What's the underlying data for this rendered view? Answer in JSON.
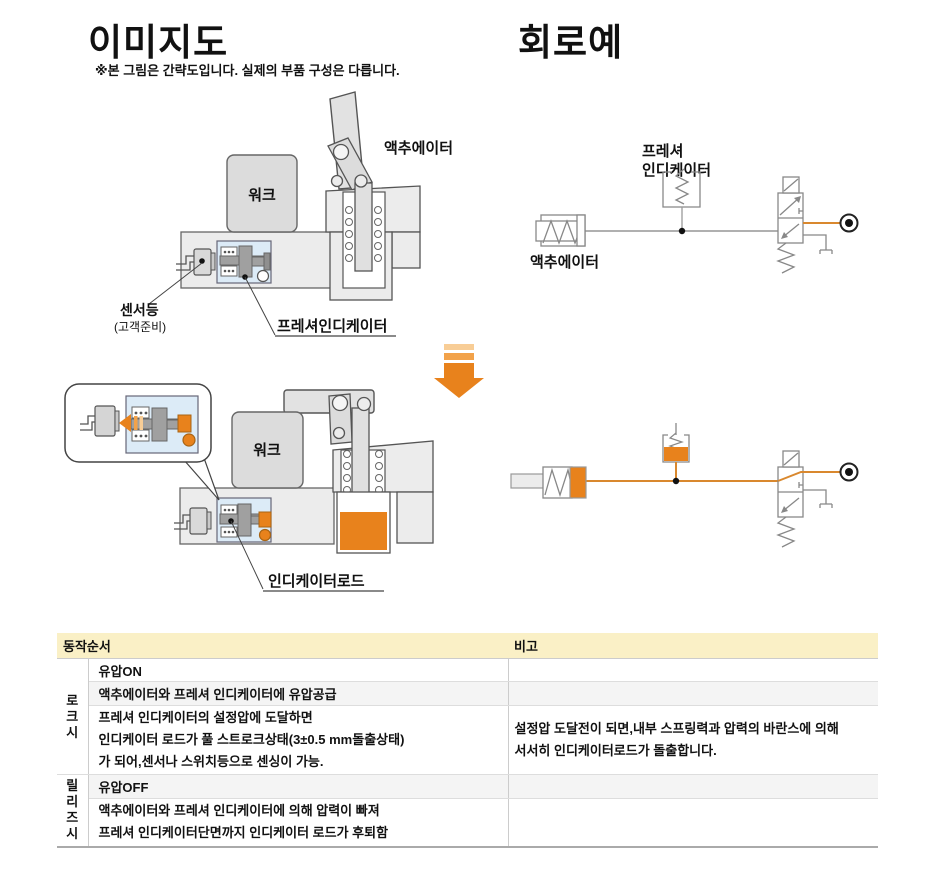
{
  "header": {
    "image_title": "이미지도",
    "image_note": "※본 그림은 간략도입니다. 실제의 부품 구성은 다릅니다.",
    "circuit_title": "회로예"
  },
  "colors": {
    "accent_orange": "#e8821c",
    "accent_orange_mid": "#f2a24a",
    "accent_orange_pale": "#f8cd96",
    "table_header_yellow": "#faf0c6",
    "row_shade_gray": "#f4f4f4",
    "indicator_box_blue": "#dcebf7"
  },
  "diagram_before": {
    "actuator_label": "액추에이터",
    "work_label": "워크",
    "sensor_label": "센서등",
    "sensor_sublabel": "(고객준비)",
    "indicator_label": "프레셔인디케이터"
  },
  "diagram_after": {
    "work_label": "워크",
    "rod_label": "인디케이터로드"
  },
  "circuit_before": {
    "indicator_label_line1": "프레셔",
    "indicator_label_line2": "인디케이터",
    "actuator_label": "액추에이터"
  },
  "table": {
    "sequence_header": "동작순서",
    "note_header": "비고",
    "sections": [
      {
        "label": "로크시",
        "rows": [
          {
            "sequence": "유압ON",
            "note": ""
          },
          {
            "sequence": "액추에이터와 프레셔 인디케이터에 유압공급",
            "note": ""
          },
          {
            "sequence": "프레셔 인디케이터의 설정압에 도달하면\n인디케이터 로드가 풀 스트로크상태(3±0.5 mm돌출상태)\n가 되어,센서나 스위치등으로 센싱이 가능.",
            "note": "설정압 도달전이 되면,내부 스프링력과 압력의 바란스에 의해\n서서히 인디케이터로드가 돌출합니다."
          }
        ]
      },
      {
        "label": "릴리즈시",
        "rows": [
          {
            "sequence": "유압OFF",
            "note": ""
          },
          {
            "sequence": "액추에이터와 프레셔 인디케이터에 의해 압력이 빠져\n프레셔 인디케이터단면까지 인디케이터 로드가 후퇴함",
            "note": ""
          }
        ]
      }
    ]
  }
}
